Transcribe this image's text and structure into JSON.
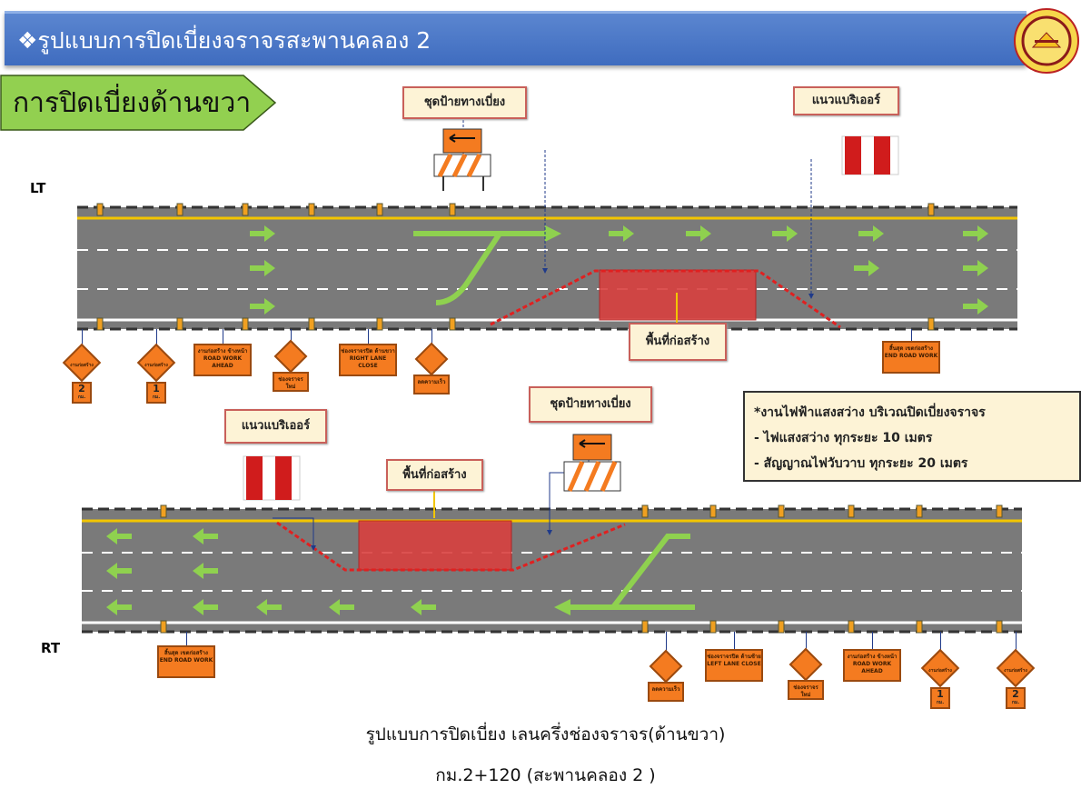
{
  "header": {
    "title": "❖รูปแบบการปิดเบี่ยงจราจรสะพานคลอง 2",
    "logo_text": "seal"
  },
  "banner": {
    "label": "การปิดเบี่ยงด้านขวา"
  },
  "upper": {
    "side_label": "LT",
    "detour_signs_label": "ชุดป้ายทางเบี่ยง",
    "barrier_label": "แนวแบริเออร์",
    "construction_label": "พื้นที่ก่อสร้าง",
    "signs": [
      {
        "type": "diamond-km",
        "text": "งานก่อสร้าง",
        "km": "2",
        "unit": "กม."
      },
      {
        "type": "diamond-km",
        "text": "งานก่อสร้าง",
        "km": "1",
        "unit": "กม."
      },
      {
        "type": "rect",
        "text": "งานก่อสร้าง ข้างหน้า",
        "en": "ROAD WORK AHEAD"
      },
      {
        "type": "diamond-rect",
        "text": "ช่องจราจรใหม่"
      },
      {
        "type": "rect",
        "text": "ช่องจราจรปิด ด้านขวา",
        "en": "RIGHT LANE CLOSE"
      },
      {
        "type": "diamond-rect",
        "text": "ลดความเร็ว"
      },
      {
        "type": "rect",
        "text": "สิ้นสุด เขตก่อสร้าง",
        "en": "END ROAD WORK"
      }
    ]
  },
  "lower": {
    "side_label": "RT",
    "detour_signs_label": "ชุดป้ายทางเบี่ยง",
    "barrier_label": "แนวแบริเออร์",
    "construction_label": "พื้นที่ก่อสร้าง",
    "signs": [
      {
        "type": "rect",
        "text": "สิ้นสุด เขตก่อสร้าง",
        "en": "END ROAD WORK"
      },
      {
        "type": "diamond-rect",
        "text": "ลดความเร็ว"
      },
      {
        "type": "rect",
        "text": "ช่องจราจรปิด ด้านซ้าย",
        "en": "LEFT LANE CLOSE"
      },
      {
        "type": "diamond-rect",
        "text": "ช่องจราจรใหม่"
      },
      {
        "type": "rect",
        "text": "งานก่อสร้าง ข้างหน้า",
        "en": "ROAD WORK AHEAD"
      },
      {
        "type": "diamond-km",
        "text": "งานก่อสร้าง",
        "km": "1",
        "unit": "กม."
      },
      {
        "type": "diamond-km",
        "text": "งานก่อสร้าง",
        "km": "2",
        "unit": "กม."
      }
    ]
  },
  "note": {
    "lines": [
      "*งานไฟฟ้าแสงสว่าง บริเวณปิดเบี่ยงจราจร",
      "- ไฟแสงสว่าง ทุกระยะ 10 เมตร",
      "- สัญญาณไฟวับวาบ ทุกระยะ 20 เมตร"
    ]
  },
  "caption": {
    "line1": "รูปแบบการปิดเบี่ยง เลนครึ่งช่องจราจร(ด้านขวา)",
    "line2": "กม.2+120 (สะพานคลอง 2 )"
  },
  "colors": {
    "header": "#4472c4",
    "banner": "#92d050",
    "road": "#777777",
    "arrow": "#8fd14f",
    "zone": "#d9403f",
    "sign": "#f47b20"
  }
}
